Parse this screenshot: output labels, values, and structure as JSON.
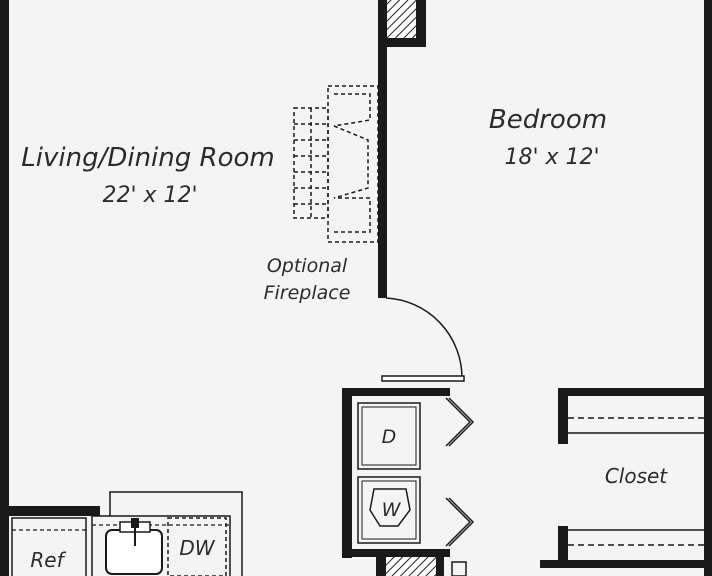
{
  "rooms": {
    "living": {
      "name": "Living/Dining Room",
      "dims": "22' x 12'"
    },
    "bedroom": {
      "name": "Bedroom",
      "dims": "18' x 12'"
    },
    "closet": {
      "name": "Closet"
    }
  },
  "fireplace": {
    "line1": "Optional",
    "line2": "Fireplace"
  },
  "appliances": {
    "ref": "Ref",
    "dw": "DW",
    "dryer": "D",
    "washer": "W"
  },
  "colors": {
    "wall": "#1a1a1a",
    "floor": "#f4f4f4",
    "text": "#2b2b2b"
  }
}
